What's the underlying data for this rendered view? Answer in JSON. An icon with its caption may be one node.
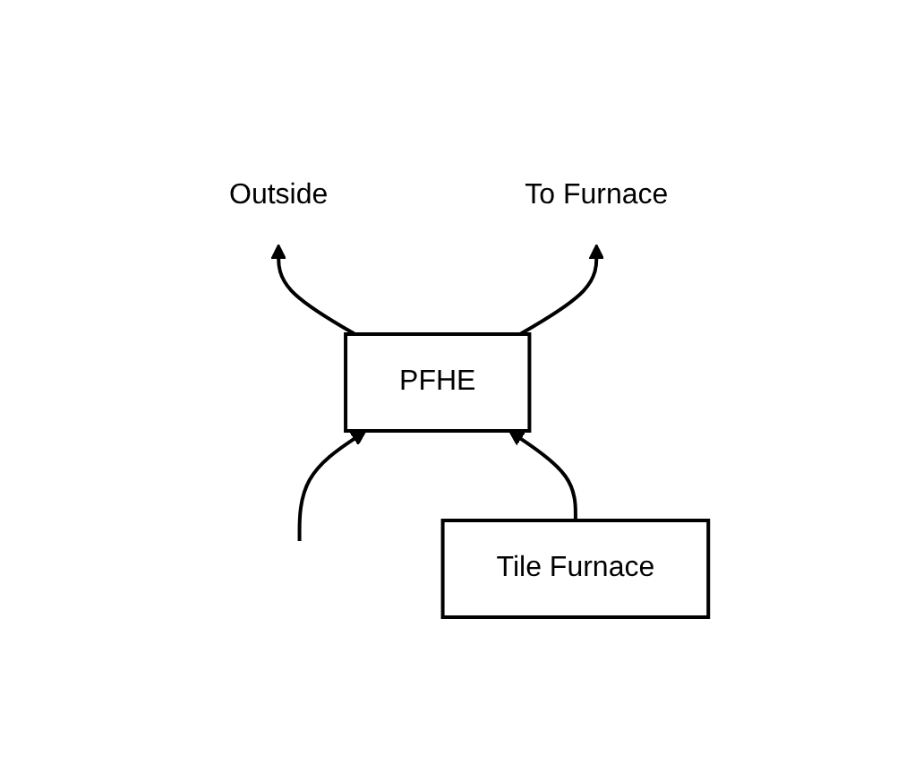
{
  "diagram": {
    "nodes": [
      {
        "text": [
          "Outside"
        ]
      },
      {
        "text": [
          "PFHE"
        ]
      },
      {
        "text": [
          "To Furnace"
        ]
      },
      {
        "text": [
          "Tile Furnace"
        ]
      }
    ],
    "edges": [
      {
        "from": 1,
        "to": 0,
        "arrow": "to"
      },
      {
        "from": 1,
        "to": 2,
        "arrow": "to"
      },
      {
        "from": null,
        "to": 1,
        "arrow": "to"
      },
      {
        "from": 3,
        "to": 1,
        "arrow": "to"
      }
    ]
  }
}
